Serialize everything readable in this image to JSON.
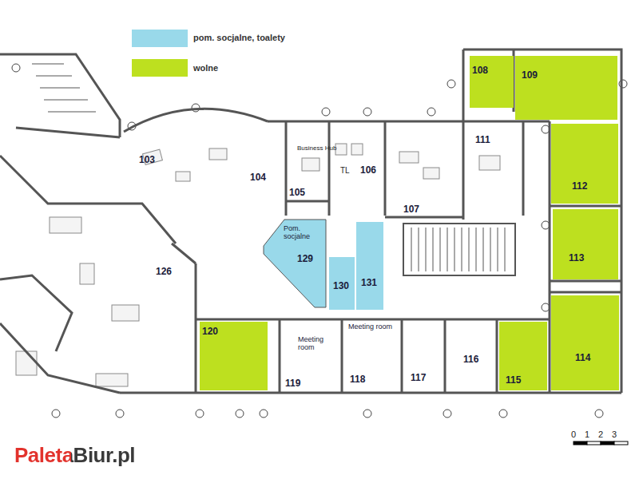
{
  "diagram": {
    "nodes": [
      {
        "text": [
          "108"
        ]
      },
      {
        "text": [
          "109"
        ]
      },
      {
        "text": [
          "103"
        ]
      },
      {
        "text": [
          "104"
        ]
      },
      {
        "text": [
          "105"
        ]
      },
      {
        "text": [
          "106"
        ]
      },
      {
        "text": [
          "107"
        ]
      },
      {
        "text": [
          "111"
        ]
      },
      {
        "text": [
          "112"
        ]
      },
      {
        "text": [
          "126"
        ]
      },
      {
        "text": [
          "Pom. socjalne",
          "129"
        ]
      },
      {
        "text": [
          "130"
        ]
      },
      {
        "text": [
          "131"
        ]
      },
      {
        "text": [
          "113"
        ]
      },
      {
        "text": [
          "120"
        ]
      },
      {
        "text": [
          "Meeting room",
          "119"
        ]
      },
      {
        "text": [
          "Meeting room",
          "118"
        ]
      },
      {
        "text": [
          "117"
        ]
      },
      {
        "text": [
          "116"
        ]
      },
      {
        "text": [
          "115"
        ]
      },
      {
        "text": [
          "114"
        ]
      }
    ],
    "labels": [
      "Business Hub",
      "TL",
      "0",
      "1",
      "2",
      "3",
      "PaletaBiur.pl"
    ],
    "legend": [
      {
        "text": "pom. socjalne, toalety",
        "color": "#99d9ea"
      },
      {
        "text": "wolne",
        "color": "#bde01f"
      }
    ]
  }
}
